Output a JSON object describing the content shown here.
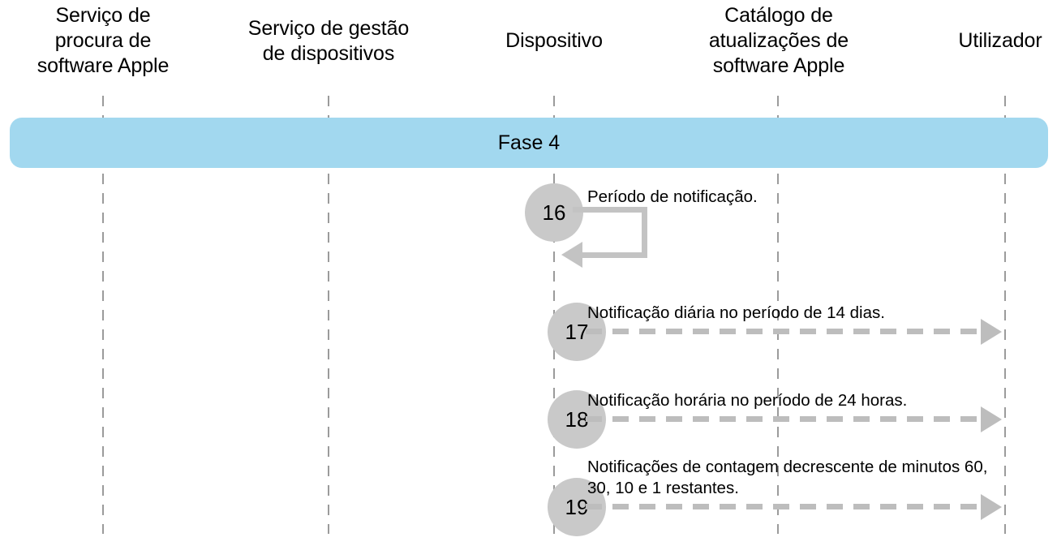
{
  "diagram": {
    "title": "Fase 4",
    "columns": [
      {
        "label": "Serviço de\nprocura de\nsoftware Apple"
      },
      {
        "label": "Serviço de gestão\nde dispositivos"
      },
      {
        "label": "Dispositivo"
      },
      {
        "label": "Catálogo de\natualizações de\nsoftware Apple"
      },
      {
        "label": "Utilizador"
      }
    ],
    "phase": {
      "label": "Fase 4",
      "color": "#a2d8ef"
    },
    "steps": [
      {
        "number": "16",
        "label": "Período de notificação.",
        "arrow": "self-loop"
      },
      {
        "number": "17",
        "label": "Notificação diária no período de 14 dias.",
        "arrow": "dashed-right"
      },
      {
        "number": "18",
        "label": "Notificação horária no período de 24 horas.",
        "arrow": "dashed-right"
      },
      {
        "number": "19",
        "label": "Notificações de contagem decrescente de minutos 60,\n30, 10 e 1 restantes.",
        "arrow": "dashed-right"
      }
    ],
    "colors": {
      "circle": "#c9c9c9",
      "arrow": "#bdbdbd",
      "lifeline": "#9b9b9b",
      "banner": "#a2d8ef"
    }
  }
}
